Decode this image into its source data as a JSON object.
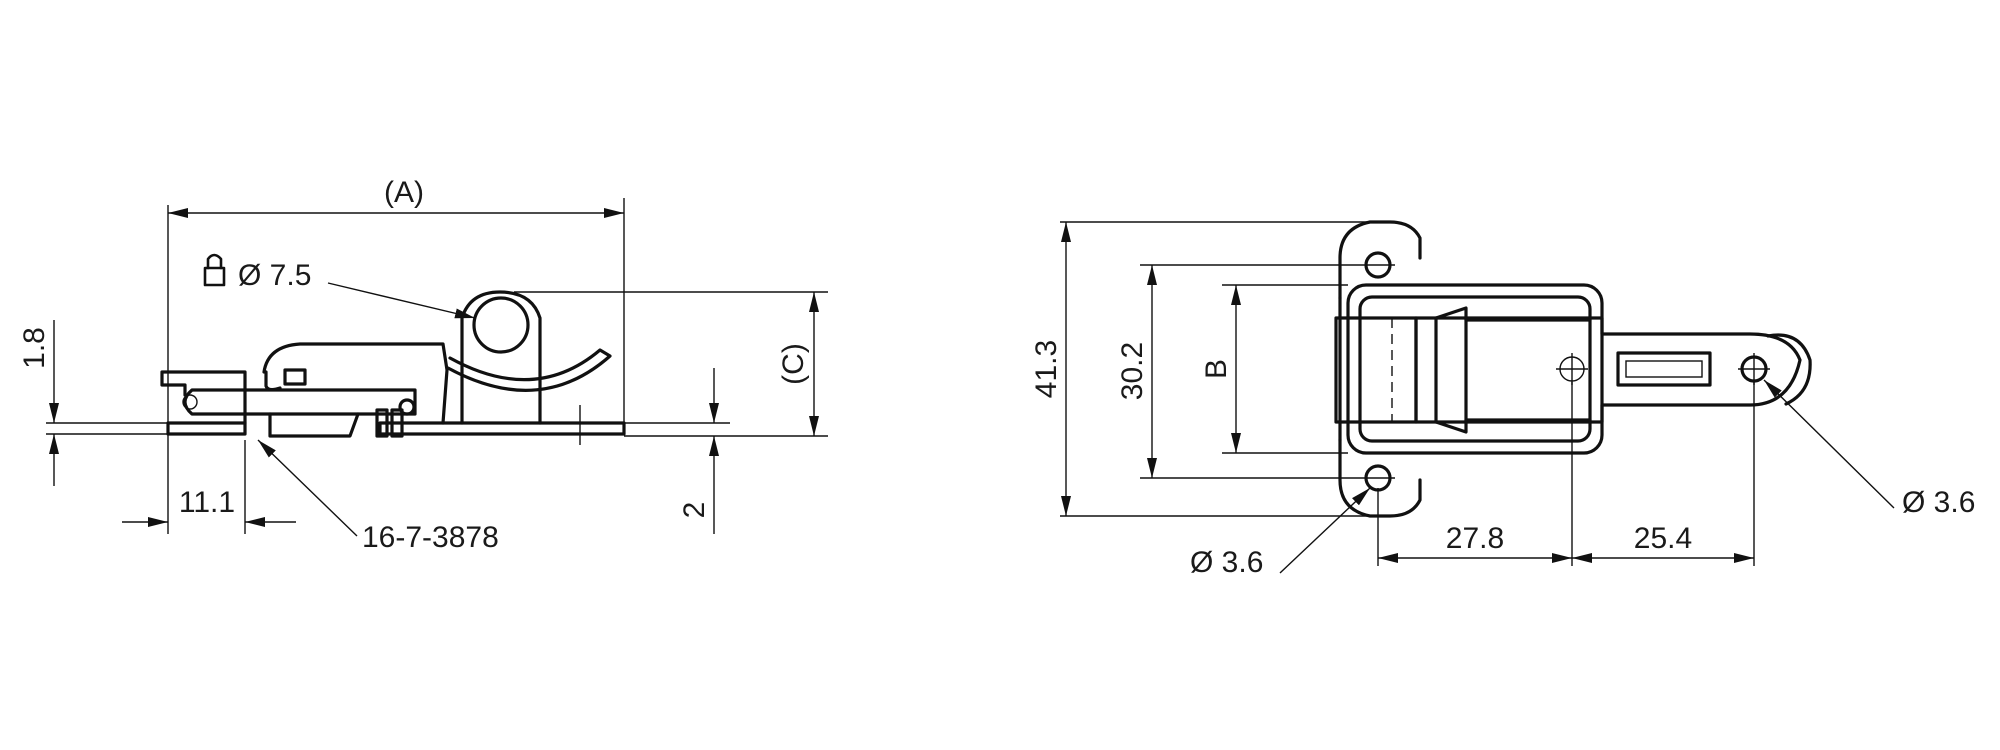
{
  "side_view": {
    "dim_A": "(A)",
    "dim_C": "(C)",
    "dim_lock_diameter": "Ø 7.5",
    "dim_1_8": "1.8",
    "dim_2": "2",
    "dim_11_1": "11.1",
    "part_number": "16-7-3878",
    "lock_icon": "padlock-icon"
  },
  "top_view": {
    "dim_41_3": "41.3",
    "dim_30_2": "30.2",
    "dim_B": "B",
    "dim_27_8": "27.8",
    "dim_25_4": "25.4",
    "dim_hole_left": "Ø 3.6",
    "dim_hole_right": "Ø 3.6"
  }
}
